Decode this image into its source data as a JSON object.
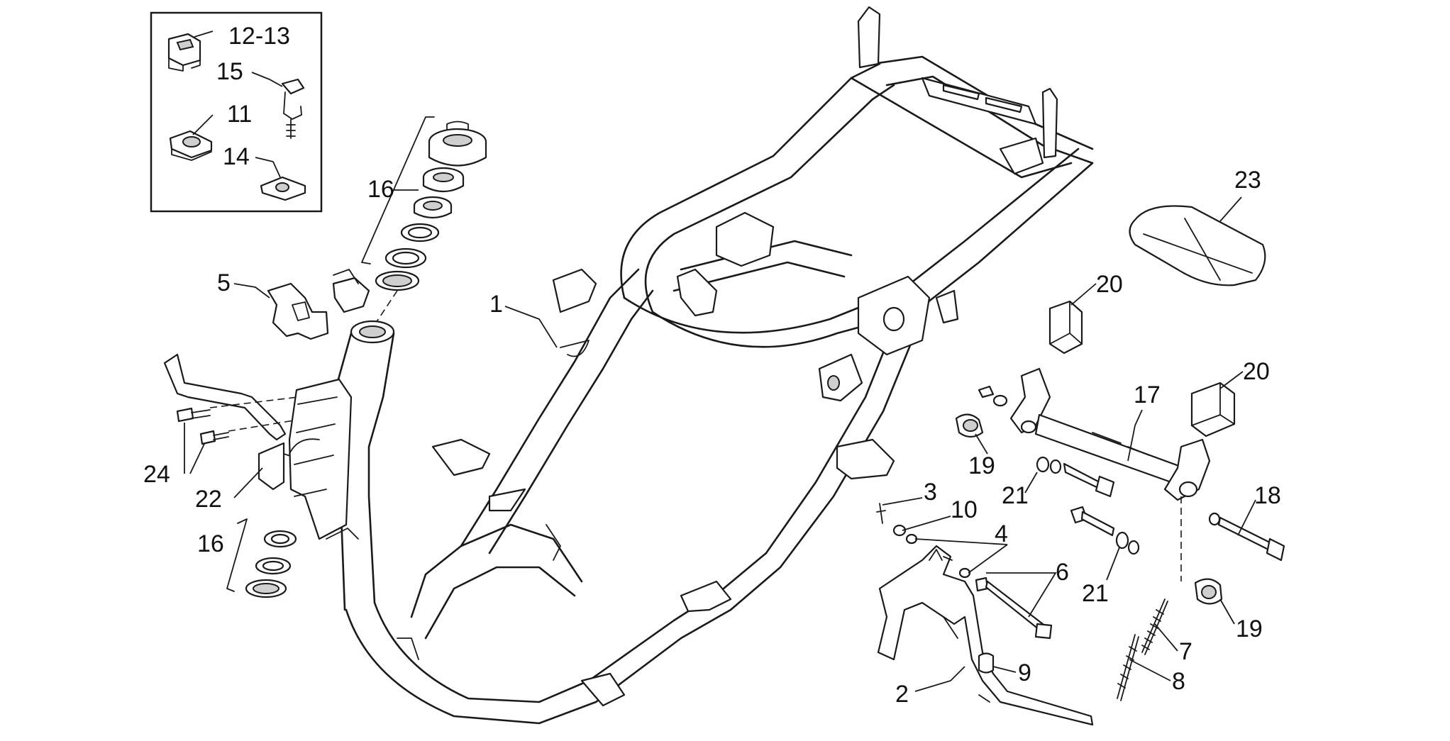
{
  "diagram": {
    "callouts": [
      {
        "id": "c-12-13",
        "text": "12-13"
      },
      {
        "id": "c-15",
        "text": "15"
      },
      {
        "id": "c-11",
        "text": "11"
      },
      {
        "id": "c-14",
        "text": "14"
      },
      {
        "id": "c-16a",
        "text": "16"
      },
      {
        "id": "c-16b",
        "text": "16"
      },
      {
        "id": "c-5",
        "text": "5"
      },
      {
        "id": "c-1",
        "text": "1"
      },
      {
        "id": "c-24",
        "text": "24"
      },
      {
        "id": "c-22",
        "text": "22"
      },
      {
        "id": "c-23",
        "text": "23"
      },
      {
        "id": "c-20a",
        "text": "20"
      },
      {
        "id": "c-20b",
        "text": "20"
      },
      {
        "id": "c-17",
        "text": "17"
      },
      {
        "id": "c-19a",
        "text": "19"
      },
      {
        "id": "c-19b",
        "text": "19"
      },
      {
        "id": "c-21a",
        "text": "21"
      },
      {
        "id": "c-21b",
        "text": "21"
      },
      {
        "id": "c-18",
        "text": "18"
      },
      {
        "id": "c-3",
        "text": "3"
      },
      {
        "id": "c-10",
        "text": "10"
      },
      {
        "id": "c-4",
        "text": "4"
      },
      {
        "id": "c-6",
        "text": "6"
      },
      {
        "id": "c-7",
        "text": "7"
      },
      {
        "id": "c-8",
        "text": "8"
      },
      {
        "id": "c-9",
        "text": "9"
      },
      {
        "id": "c-2",
        "text": "2"
      }
    ]
  }
}
